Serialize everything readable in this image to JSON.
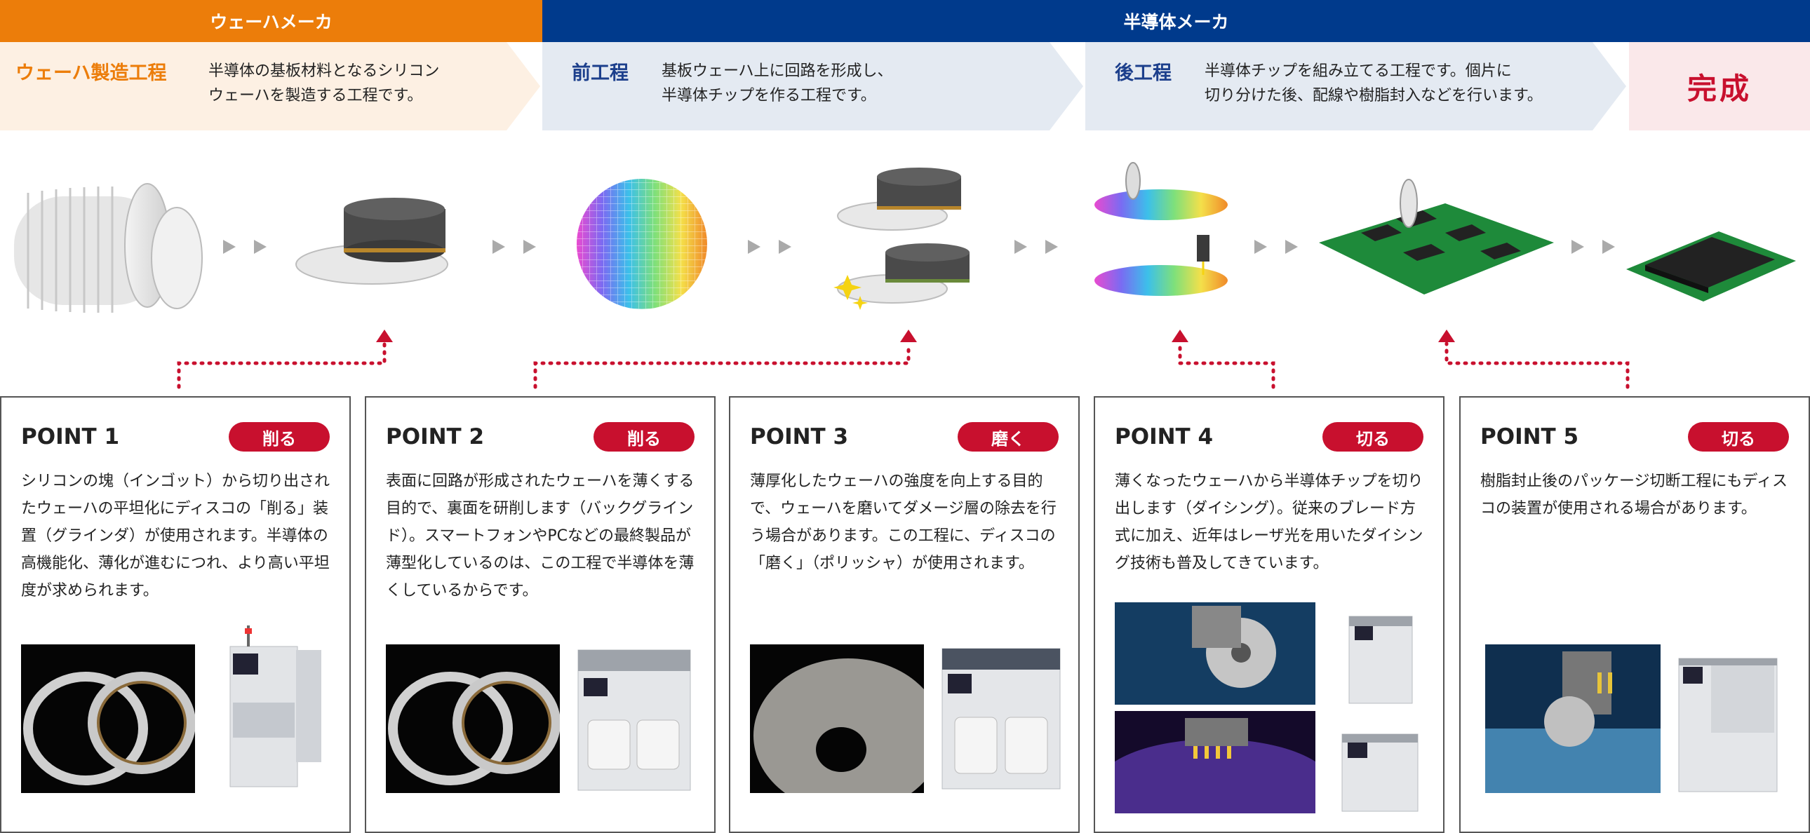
{
  "header": {
    "wafer_maker": "ウェーハメーカ",
    "semi_maker": "半導体メーカ"
  },
  "steps": [
    {
      "name": "ウェーハ製造工程",
      "desc": "半導体の基板材料となるシリコン\nウェーハを製造する工程です。"
    },
    {
      "name": "前工程",
      "desc": "基板ウェーハ上に回路を形成し、\n半導体チップを作る工程です。"
    },
    {
      "name": "後工程",
      "desc": "半導体チップを組み立てる工程です。個片に\n切り分けた後、配線や樹脂封入などを行います。"
    }
  ],
  "complete": "完成",
  "colors": {
    "orange": "#ec7d0a",
    "navy": "#003a8c",
    "red": "#c8102e"
  },
  "points": [
    {
      "title": "POINT 1",
      "badge": "削る",
      "text": "シリコンの塊（インゴット）から切り出されたウェーハの平坦化にディスコの「削る」装置（グラインダ）が使用されます。半導体の高機能化、薄化が進むにつれ、より高い平坦度が求められます。"
    },
    {
      "title": "POINT 2",
      "badge": "削る",
      "text": "表面に回路が形成されたウェーハを薄くする目的で、裏面を研削します（バックグラインド）。スマートフォンやPCなどの最終製品が薄型化しているのは、この工程で半導体を薄くしているからです。"
    },
    {
      "title": "POINT 3",
      "badge": "磨く",
      "text": "薄厚化したウェーハの強度を向上する目的で、ウェーハを磨いてダメージ層の除去を行う場合があります。この工程に、ディスコの「磨く」（ポリッシャ）が使用されます。"
    },
    {
      "title": "POINT 4",
      "badge": "切る",
      "text": "薄くなったウェーハから半導体チップを切り出します（ダイシング）。従来のブレード方式に加え、近年はレーザ光を用いたダイシング技術も普及してきています。"
    },
    {
      "title": "POINT 5",
      "badge": "切る",
      "text": "樹脂封止後のパッケージ切断工程にもディスコの装置が使用される場合があります。"
    }
  ]
}
